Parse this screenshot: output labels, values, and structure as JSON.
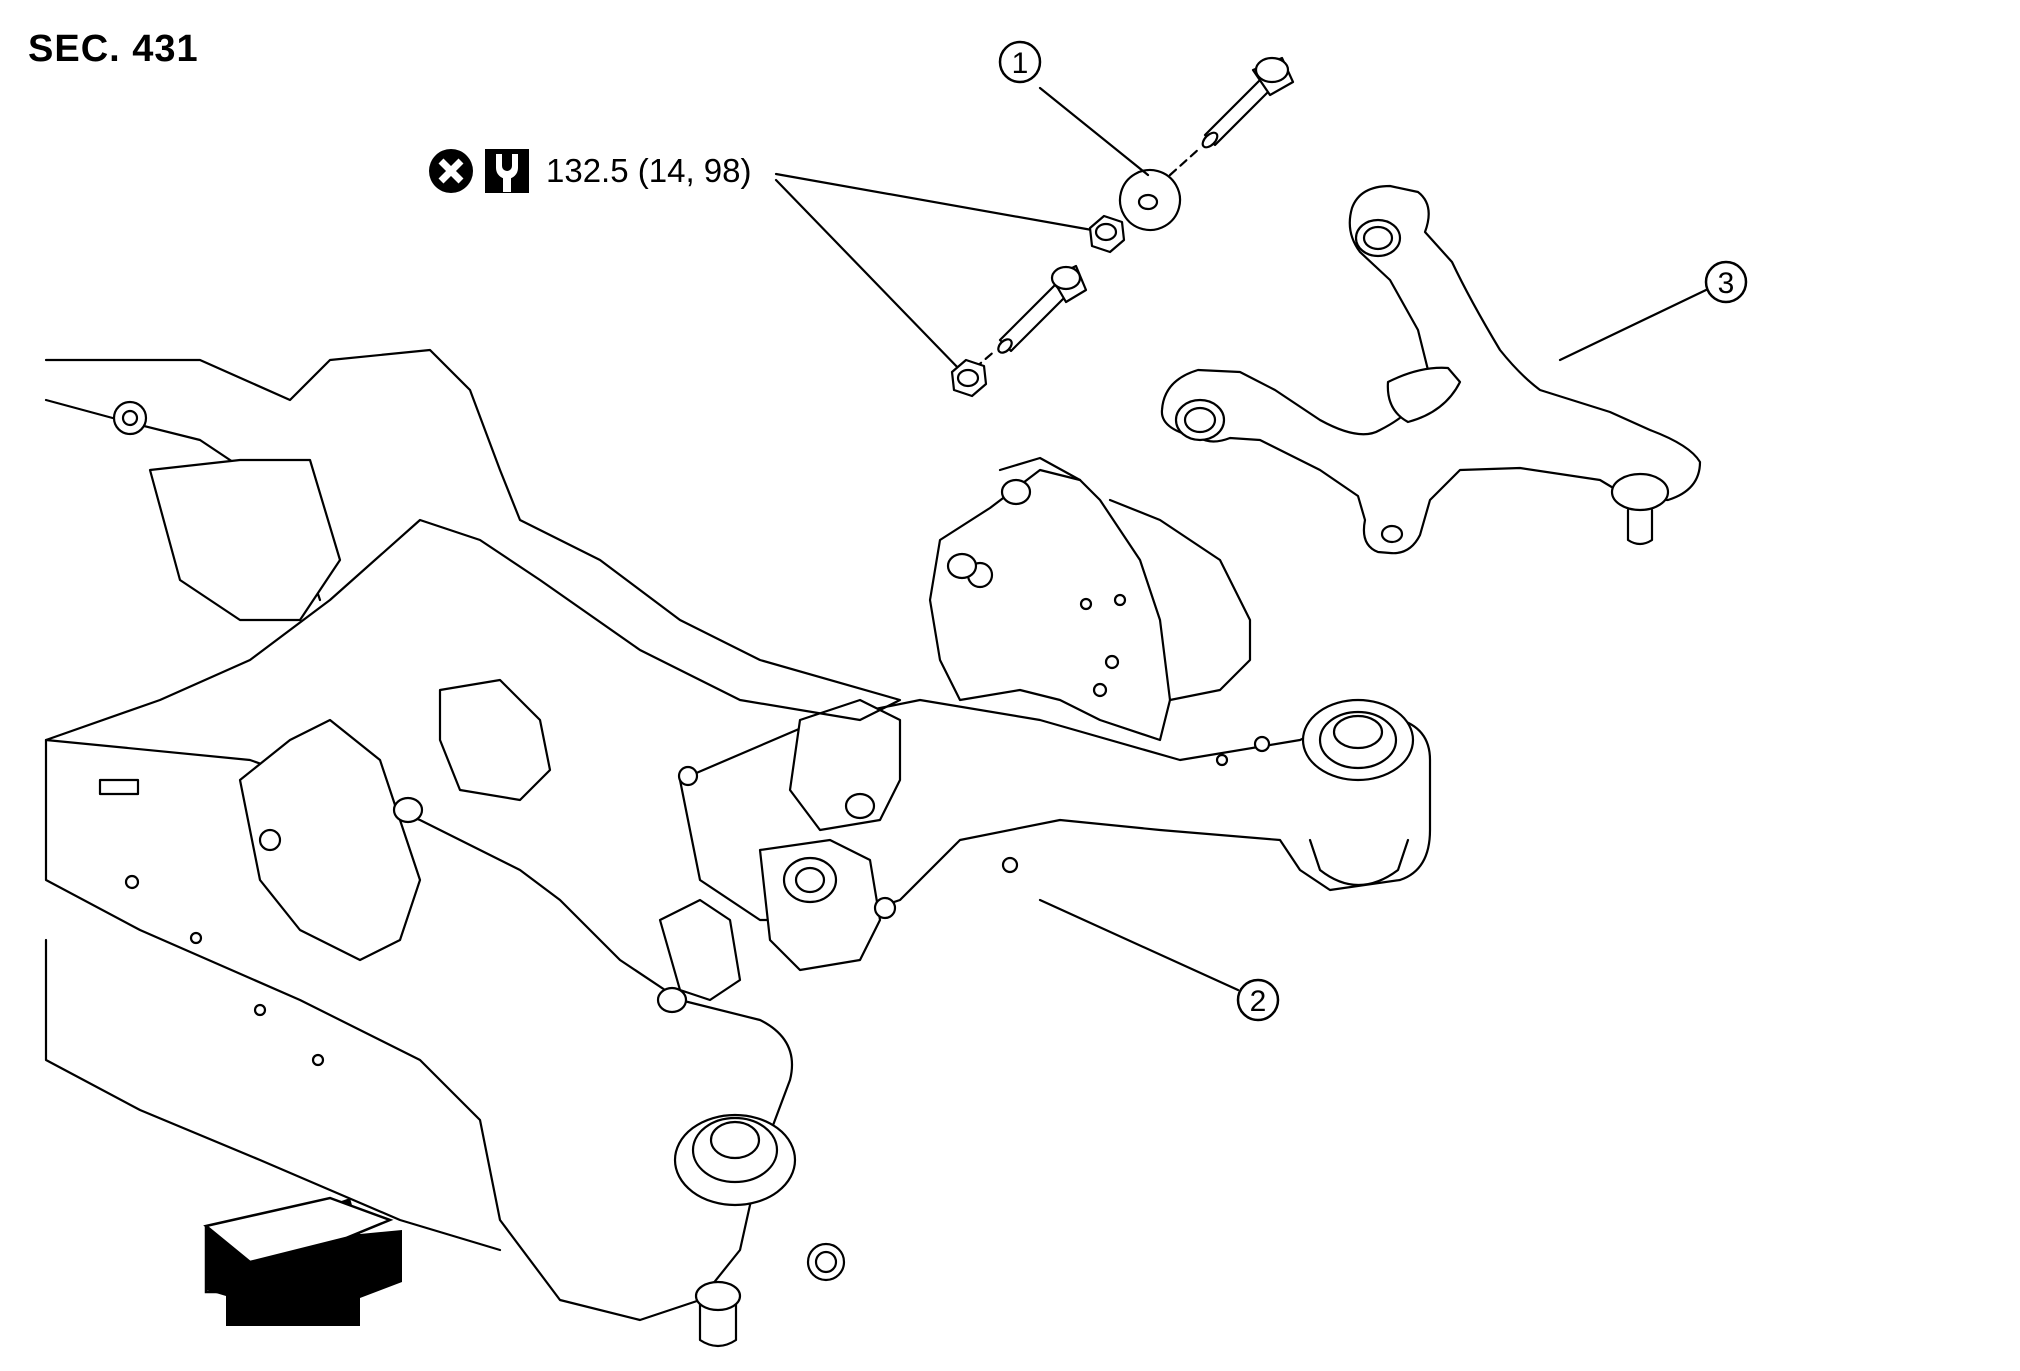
{
  "section": {
    "label": "SEC. 431"
  },
  "torque": {
    "value": "132.5 (14, 98)",
    "icons": [
      "do-not-reuse-icon",
      "torque-wrench-icon"
    ]
  },
  "callouts": [
    {
      "number": "1",
      "part": "washer-and-bolt"
    },
    {
      "number": "2",
      "part": "rear-suspension-member"
    },
    {
      "number": "3",
      "part": "upper-link"
    }
  ],
  "direction_arrow": {
    "meaning": "front",
    "icon": "vehicle-front-arrow-icon"
  }
}
